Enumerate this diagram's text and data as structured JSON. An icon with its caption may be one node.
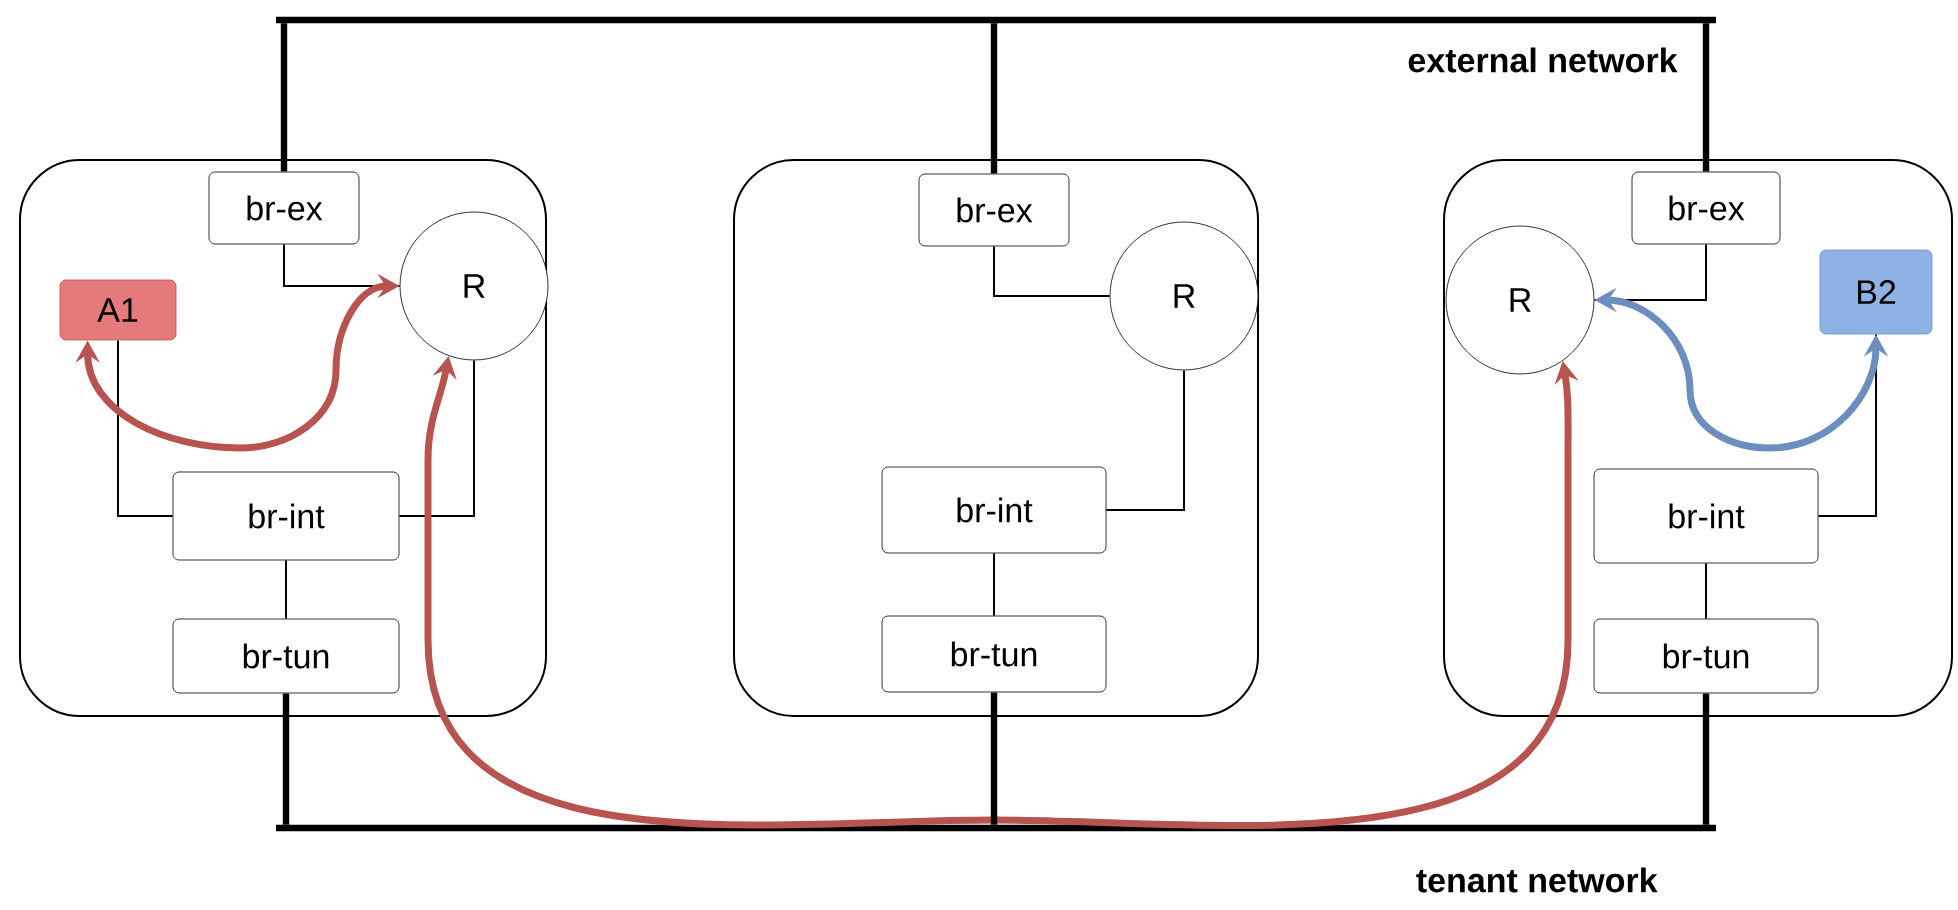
{
  "diagram": {
    "nodes": [
      {
        "text": [],
        "shape": "box"
      },
      {
        "text": [
          "br-ex"
        ],
        "in": 0
      },
      {
        "text": [
          "A1"
        ],
        "in": 0
      },
      {
        "text": [
          "R"
        ],
        "in": 0
      },
      {
        "text": [
          "br-int"
        ],
        "in": 0
      },
      {
        "text": [
          "br-tun"
        ],
        "in": 0
      },
      {
        "text": [],
        "shape": "box"
      },
      {
        "text": [
          "br-ex"
        ],
        "in": 6
      },
      {
        "text": [
          "R"
        ],
        "in": 6
      },
      {
        "text": [
          "br-int"
        ],
        "in": 6
      },
      {
        "text": [
          "br-tun"
        ],
        "in": 6
      },
      {
        "text": [],
        "shape": "box"
      },
      {
        "text": [
          "br-ex"
        ],
        "in": 11
      },
      {
        "text": [
          "R"
        ],
        "in": 11
      },
      {
        "text": [
          "B2"
        ],
        "in": 11
      },
      {
        "text": [
          "br-int"
        ],
        "in": 11
      },
      {
        "text": [
          "br-tun"
        ],
        "in": 11
      },
      {
        "text": [],
        "shape": "bar",
        "beside": [
          "external network"
        ]
      },
      {
        "text": [],
        "shape": "bar",
        "beside": [
          "tenant network"
        ]
      }
    ],
    "edges": [
      {
        "from": 1,
        "to": 3,
        "arrow": "none"
      },
      {
        "from": 2,
        "to": 4,
        "arrow": "none"
      },
      {
        "from": 3,
        "to": 4,
        "arrow": "none"
      },
      {
        "from": 4,
        "to": 5,
        "arrow": "none"
      },
      {
        "from": 7,
        "to": 8,
        "arrow": "none"
      },
      {
        "from": 8,
        "to": 9,
        "arrow": "none"
      },
      {
        "from": 9,
        "to": 10,
        "arrow": "none"
      },
      {
        "from": 12,
        "to": 13,
        "arrow": "none"
      },
      {
        "from": 14,
        "to": 15,
        "arrow": "none"
      },
      {
        "from": 15,
        "to": 16,
        "arrow": "none"
      },
      {
        "from": 2,
        "to": 3,
        "arrow": "both",
        "style": "thick",
        "color": "#b85450"
      },
      {
        "from": 3,
        "to": 13,
        "arrow": "both",
        "style": "thick",
        "color": "#b85450"
      },
      {
        "from": 13,
        "to": 14,
        "arrow": "both",
        "style": "thick",
        "color": "#6c8ebf"
      },
      {
        "from": 17,
        "to": 1,
        "arrow": "none",
        "style": "thick"
      },
      {
        "from": 17,
        "to": 7,
        "arrow": "none",
        "style": "thick"
      },
      {
        "from": 17,
        "to": 12,
        "arrow": "none",
        "style": "thick"
      },
      {
        "from": 18,
        "to": 5,
        "arrow": "none",
        "style": "thick"
      },
      {
        "from": 18,
        "to": 10,
        "arrow": "none",
        "style": "thick"
      },
      {
        "from": 18,
        "to": 16,
        "arrow": "none",
        "style": "thick"
      }
    ]
  }
}
